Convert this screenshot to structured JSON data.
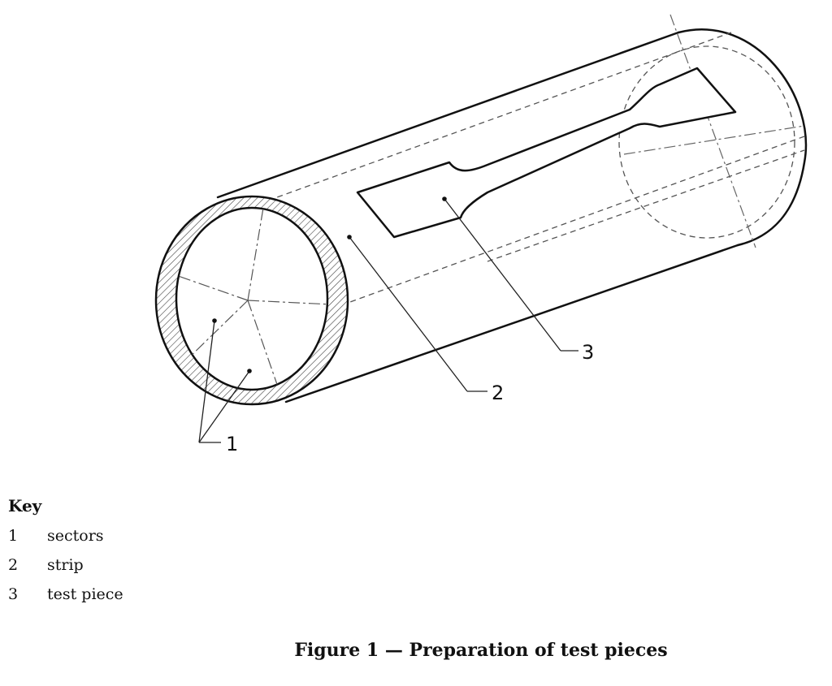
{
  "figure": {
    "callouts": [
      "1",
      "2",
      "3"
    ],
    "key_title": "Key",
    "key_items": [
      {
        "number": "1",
        "label": "sectors"
      },
      {
        "number": "2",
        "label": "strip"
      },
      {
        "number": "3",
        "label": "test piece"
      }
    ],
    "caption": "Figure 1 — Preparation of test pieces"
  }
}
